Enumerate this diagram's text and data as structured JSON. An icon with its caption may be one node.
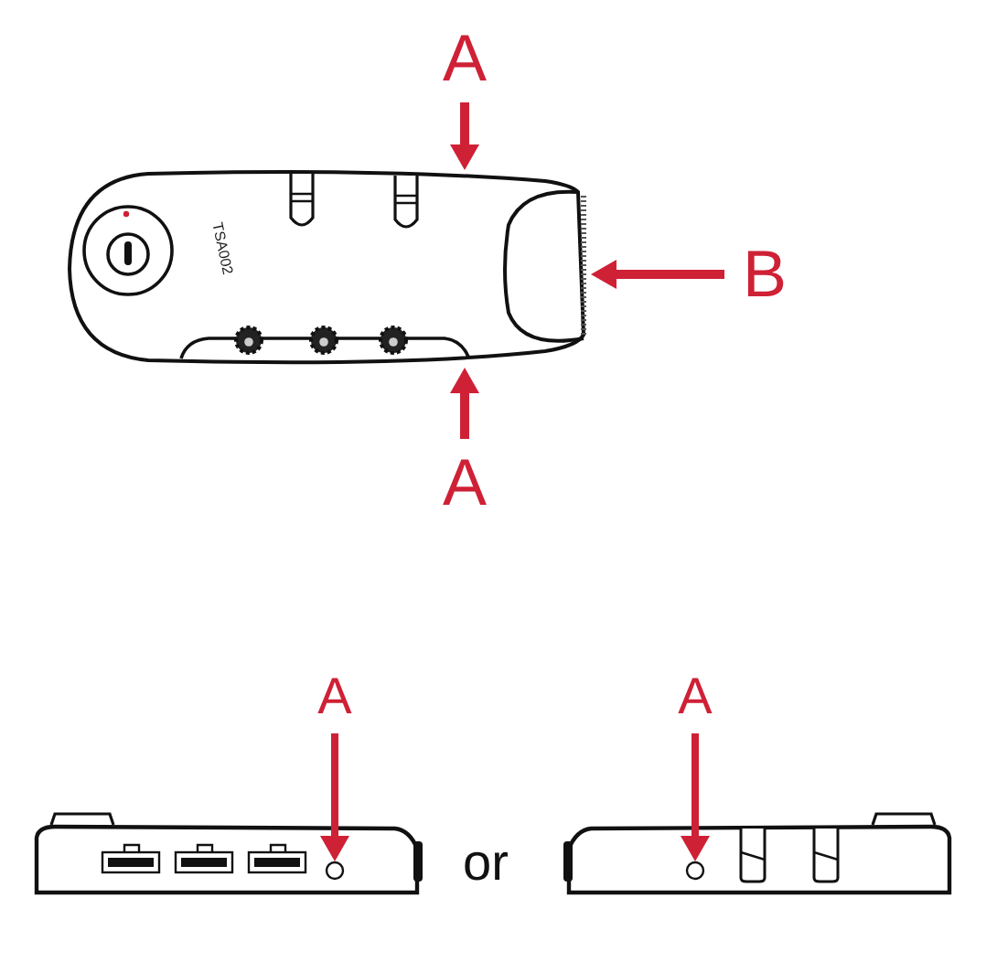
{
  "diagram": {
    "nodes": [
      {
        "text": [
          "A"
        ]
      },
      {
        "text": [],
        "shape": "picture"
      },
      {
        "text": [
          "B"
        ]
      },
      {
        "text": [
          "A"
        ]
      },
      {
        "text": [
          "A"
        ]
      },
      {
        "text": [
          "A"
        ]
      },
      {
        "text": [],
        "shape": "picture"
      },
      {
        "text": [],
        "shape": "circle",
        "in": 6
      },
      {
        "text": [],
        "shape": "picture"
      },
      {
        "text": [],
        "shape": "circle",
        "in": 8
      }
    ],
    "edges": [
      {
        "from": 0,
        "to": 1,
        "arrow": "to"
      },
      {
        "from": 2,
        "to": 1,
        "arrow": "to"
      },
      {
        "from": 3,
        "to": 1,
        "arrow": "to"
      },
      {
        "from": 4,
        "to": 7,
        "arrow": "to"
      },
      {
        "from": 5,
        "to": 9,
        "arrow": "to"
      }
    ],
    "labels": [
      "TSA002",
      "or"
    ]
  }
}
